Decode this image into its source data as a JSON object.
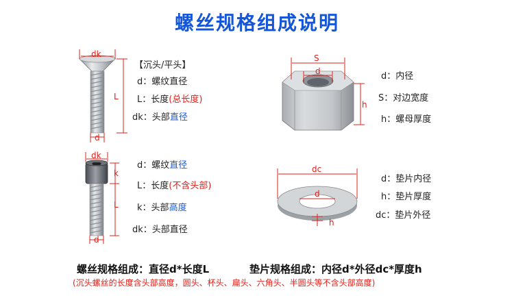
{
  "title": "螺丝规格组成说明",
  "countersunk": {
    "header": "【沉头/平头】",
    "d_key": "d",
    "d_sep": "：",
    "d_desc": "螺纹直径",
    "l_key": "L",
    "l_sep": "：",
    "l_desc": "长度",
    "l_paren": "(总长度)",
    "dk_key": "dk",
    "dk_sep": "：",
    "dk_desc1": "头部",
    "dk_desc2": "直径"
  },
  "socket": {
    "d_key": "d",
    "d_sep": "：",
    "d_desc1": "螺纹",
    "d_desc2": "直径",
    "l_key": "L",
    "l_sep": "：",
    "l_desc": "长度",
    "l_paren": "(不含头部)",
    "k_key": "k",
    "k_sep": "：",
    "k_desc1": "头部",
    "k_desc2": "高度",
    "dk_key": "dk",
    "dk_sep": "：",
    "dk_desc": "头部直径"
  },
  "nut": {
    "d_key": "d",
    "d_desc": "：内径",
    "s_key": "S",
    "s_desc": "：对边宽度",
    "h_key": "h",
    "h_desc": "：螺母厚度"
  },
  "washer": {
    "d_key": "d",
    "d_desc": "：垫片内径",
    "h_key": "h",
    "h_desc": "：垫片厚度",
    "dc_key": "dc",
    "dc_desc": "：垫片外径"
  },
  "dims": {
    "dk": "dk",
    "d": "d",
    "L": "L",
    "k": "k",
    "S": "S",
    "h": "h",
    "dc": "dc"
  },
  "footer": {
    "screw": "螺丝规格组成：直径d*长度L",
    "washer": "垫片规格组成：内径d*外径dc*厚度h",
    "note": "(沉头螺丝的长度含头部高度，圆头、杯头、扁头、六角头、半圆头等不含头部高度)"
  },
  "colors": {
    "title": "#1556d8",
    "accent_red": "#e0201a",
    "accent_blue": "#1a5bd0"
  }
}
